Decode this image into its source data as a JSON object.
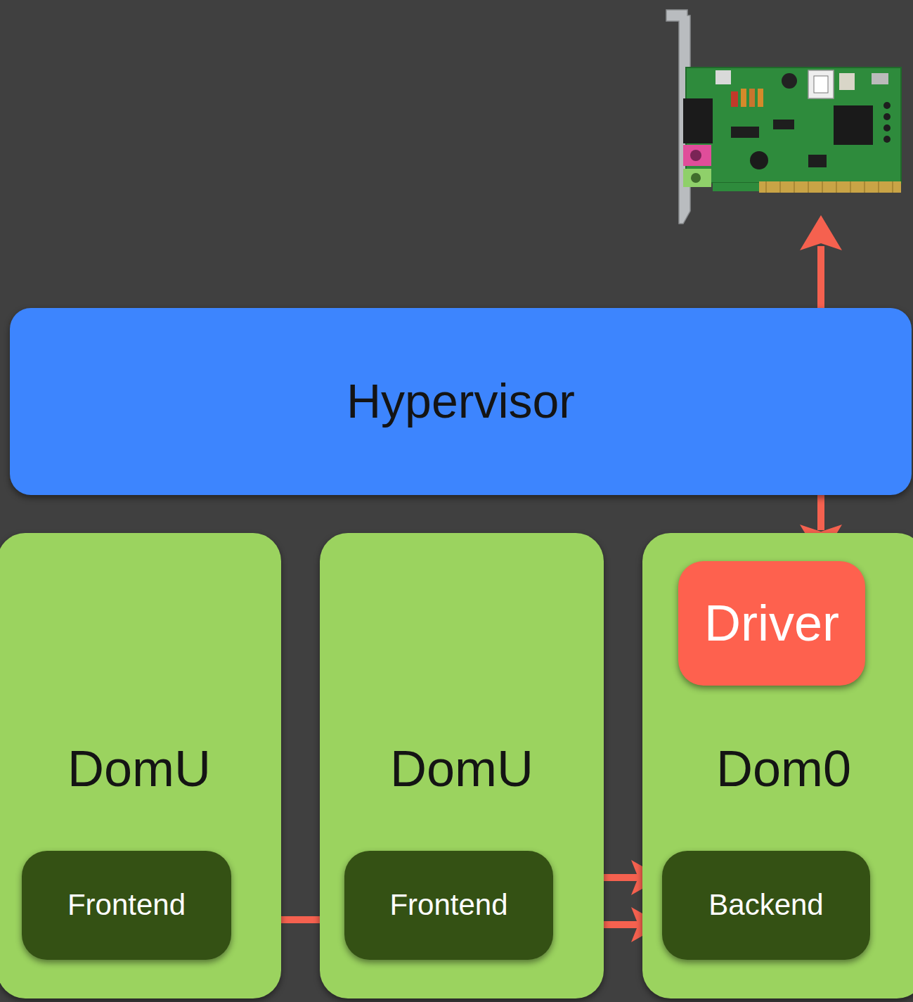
{
  "diagram": {
    "nodes": [
      {
        "text": [
          "Hypervisor"
        ]
      },
      {
        "text": [
          "DomU"
        ]
      },
      {
        "text": [
          "Frontend"
        ],
        "in": 1
      },
      {
        "text": [
          "DomU"
        ]
      },
      {
        "text": [
          "Frontend"
        ],
        "in": 3
      },
      {
        "text": [
          "Dom0"
        ]
      },
      {
        "text": [
          "Driver"
        ],
        "in": 5
      },
      {
        "text": [
          "Backend"
        ],
        "in": 5
      }
    ],
    "edges": [
      {
        "from": 4,
        "to": 7,
        "arrow": "both"
      },
      {
        "from": 4,
        "to": 7,
        "arrow": "to"
      },
      {
        "from": 4,
        "to": 2,
        "arrow": "to"
      }
    ]
  }
}
